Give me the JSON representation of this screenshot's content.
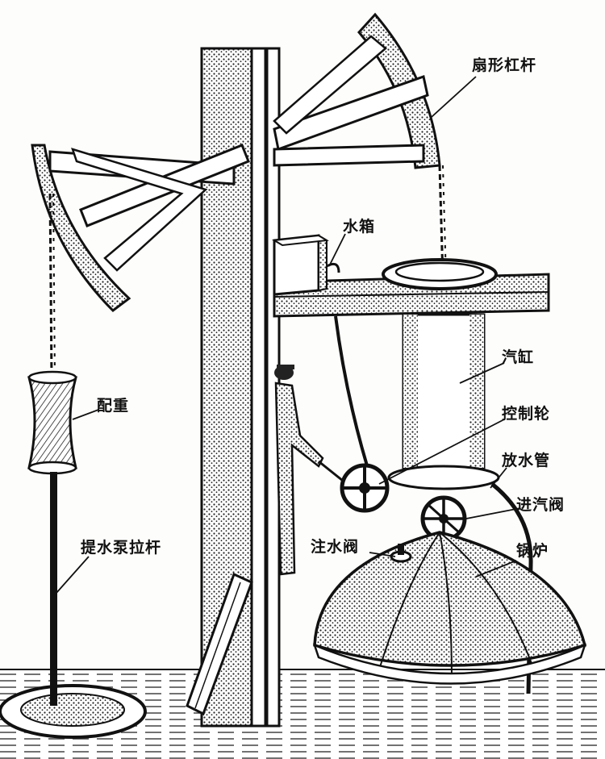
{
  "labels": {
    "sector_lever": "扇形杠杆",
    "water_tank": "水箱",
    "cylinder": "汽缸",
    "control_wheel": "控制轮",
    "drain_pipe": "放水管",
    "steam_valve": "进汽阀",
    "water_valve": "注水阀",
    "boiler": "锅炉",
    "counterweight": "配重",
    "pump_rod": "提水泵拉杆"
  },
  "colors": {
    "ink": "#111111",
    "paper": "#fdfdfb"
  }
}
